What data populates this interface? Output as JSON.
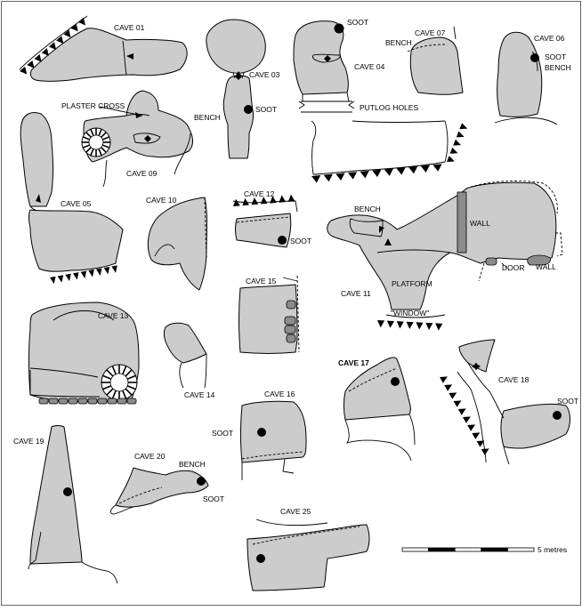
{
  "caves": {
    "c01": "CAVE 01",
    "c03": "CAVE 03",
    "c04": "CAVE 04",
    "c05": "CAVE 05",
    "c06": "CAVE 06",
    "c07": "CAVE 07",
    "c09": "CAVE 09",
    "c10": "CAVE 10",
    "c11": "CAVE 11",
    "c12": "CAVE 12",
    "c13": "CAVE 13",
    "c14": "CAVE 14",
    "c15": "CAVE 15",
    "c16": "CAVE 16",
    "c17": "CAVE 17",
    "c18": "CAVE 18",
    "c19": "CAVE 19",
    "c20": "CAVE 20",
    "c25": "CAVE 25"
  },
  "features": {
    "soot": "SOOT",
    "bench": "BENCH",
    "putlog_holes": "PUTLOG HOLES",
    "plaster_cross": "PLASTER CROSS",
    "wall": "WALL",
    "door": "DOOR",
    "platform": "PLATFORM",
    "window": "\"WINDOW\""
  },
  "scale": {
    "label": "5 metres",
    "segments": 5
  },
  "colors": {
    "cave_fill": "#cccccc",
    "wall_fill": "#8c8c8c",
    "ink": "#000000"
  }
}
